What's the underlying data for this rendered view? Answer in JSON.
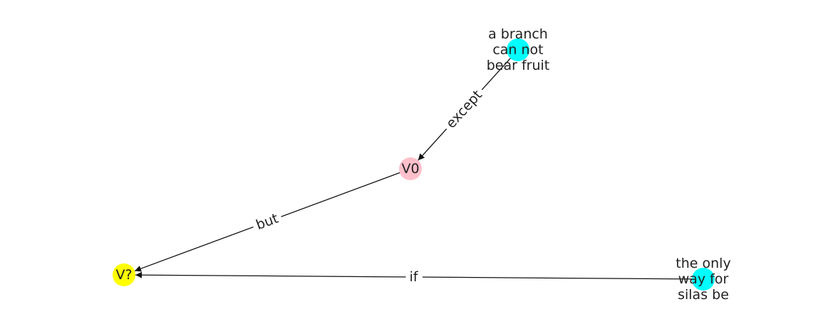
{
  "graph": {
    "nodes": [
      {
        "id": "branch",
        "label_lines": [
          "a branch",
          "can not",
          "bear fruit"
        ],
        "color": "#00FFFF"
      },
      {
        "id": "v0",
        "label_lines": [
          "V0"
        ],
        "color": "#FFC0CB"
      },
      {
        "id": "vq",
        "label_lines": [
          "V?"
        ],
        "color": "#FFFF00"
      },
      {
        "id": "silas",
        "label_lines": [
          "the only",
          "way for",
          "silas be"
        ],
        "color": "#00FFFF"
      }
    ],
    "edges": [
      {
        "id": "except",
        "from": "branch",
        "to": "v0",
        "label": "except"
      },
      {
        "id": "but",
        "from": "v0",
        "to": "vq",
        "label": "but"
      },
      {
        "id": "if",
        "from": "silas",
        "to": "vq",
        "label": "if"
      }
    ],
    "edge_color": "#111111",
    "text_color": "#222222"
  }
}
